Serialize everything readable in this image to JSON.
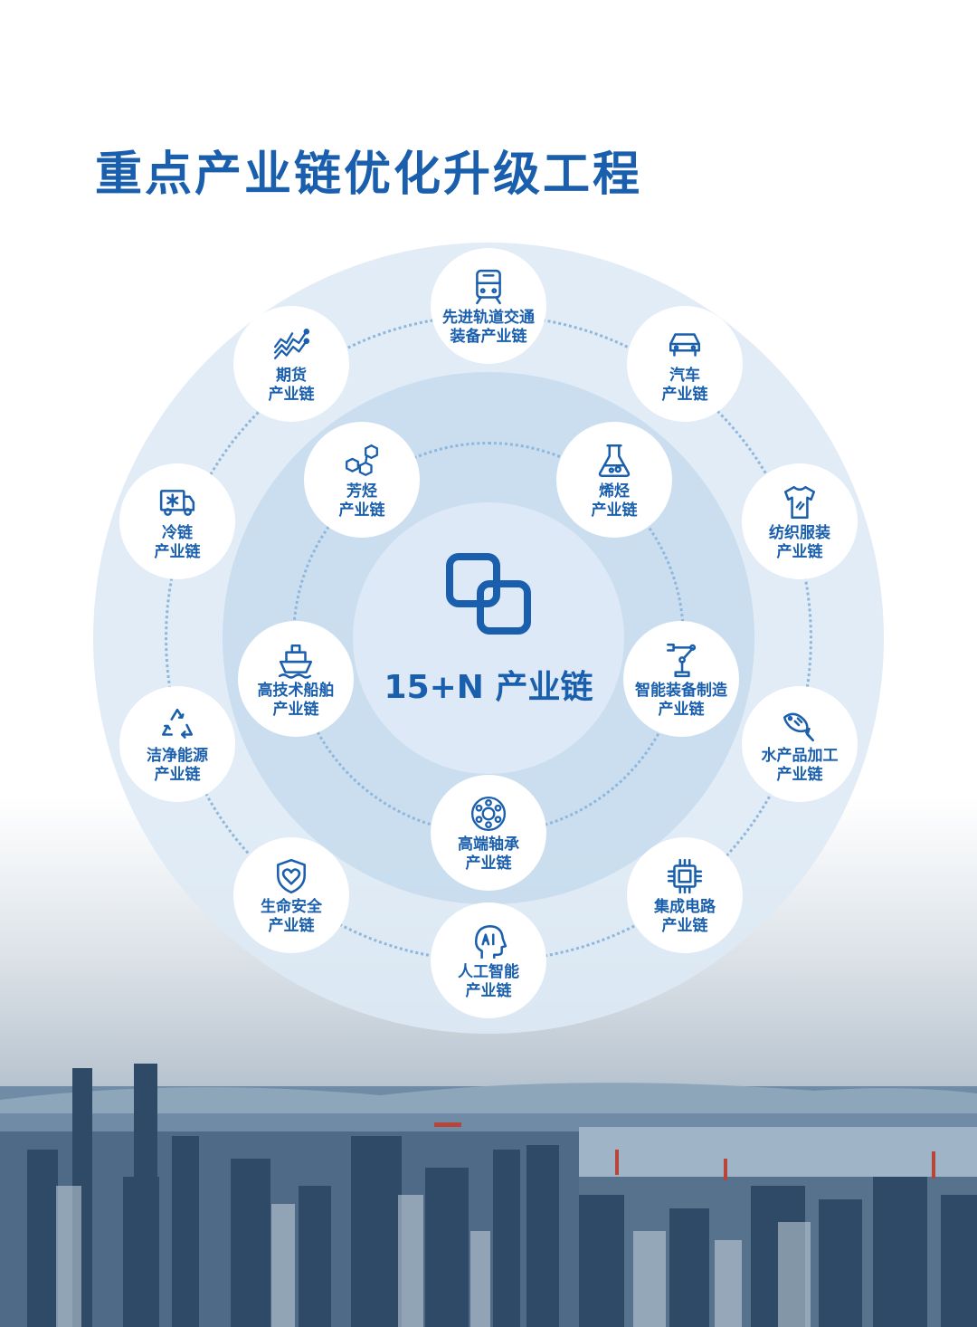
{
  "title": "重点产业链优化升级工程",
  "center": {
    "label": "15+N 产业链",
    "icon": "chain-link-icon"
  },
  "colors": {
    "primary": "#1a5fad",
    "ring_light": "#dde9f5",
    "ring_mid": "#c4daed"
  },
  "nodes": [
    {
      "id": "rail",
      "line1": "先进轨道交通",
      "line2": "装备产业链",
      "icon": "train-icon"
    },
    {
      "id": "auto",
      "line1": "汽车",
      "line2": "产业链",
      "icon": "car-icon"
    },
    {
      "id": "textile",
      "line1": "纺织服装",
      "line2": "产业链",
      "icon": "tshirt-icon"
    },
    {
      "id": "aquatic",
      "line1": "水产品加工",
      "line2": "产业链",
      "icon": "fish-icon"
    },
    {
      "id": "ic",
      "line1": "集成电路",
      "line2": "产业链",
      "icon": "chip-icon"
    },
    {
      "id": "ai",
      "line1": "人工智能",
      "line2": "产业链",
      "icon": "ai-head-icon"
    },
    {
      "id": "safety",
      "line1": "生命安全",
      "line2": "产业链",
      "icon": "heart-shield-icon"
    },
    {
      "id": "clean",
      "line1": "洁净能源",
      "line2": "产业链",
      "icon": "recycle-icon"
    },
    {
      "id": "cold",
      "line1": "冷链",
      "line2": "产业链",
      "icon": "refrigerated-truck-icon"
    },
    {
      "id": "futures",
      "line1": "期货",
      "line2": "产业链",
      "icon": "trend-chart-icon"
    },
    {
      "id": "aromatics",
      "line1": "芳烃",
      "line2": "产业链",
      "icon": "molecule-icon"
    },
    {
      "id": "olefins",
      "line1": "烯烃",
      "line2": "产业链",
      "icon": "flask-icon"
    },
    {
      "id": "smart",
      "line1": "智能装备制造",
      "line2": "产业链",
      "icon": "robot-arm-icon"
    },
    {
      "id": "bearing",
      "line1": "高端轴承",
      "line2": "产业链",
      "icon": "bearing-icon"
    },
    {
      "id": "ship",
      "line1": "高技术船舶",
      "line2": "产业链",
      "icon": "ship-icon"
    }
  ]
}
